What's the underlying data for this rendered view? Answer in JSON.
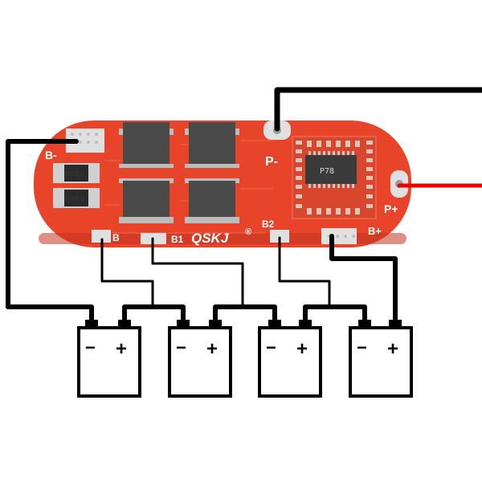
{
  "board": {
    "brand": "QSKJ",
    "registered_mark": "®",
    "pad_labels": {
      "b_minus": "B-",
      "p_minus": "P-",
      "p_plus": "P+",
      "b_plus": "B+",
      "b": "B",
      "b1": "B1",
      "b2": "B2"
    },
    "resistors": [
      "R003",
      "R003"
    ],
    "ic_marking": "P78",
    "colors": {
      "pcb": "#e8442a",
      "pcb_dark": "#c23420",
      "mosfet": "#4a4a4a",
      "pad": "#e0e0e0",
      "wire_black": "#000000",
      "wire_red": "#ee0000"
    }
  },
  "batteries": [
    {
      "minus": "−",
      "plus": "+"
    },
    {
      "minus": "−",
      "plus": "+"
    },
    {
      "minus": "−",
      "plus": "+"
    },
    {
      "minus": "−",
      "plus": "+"
    }
  ]
}
